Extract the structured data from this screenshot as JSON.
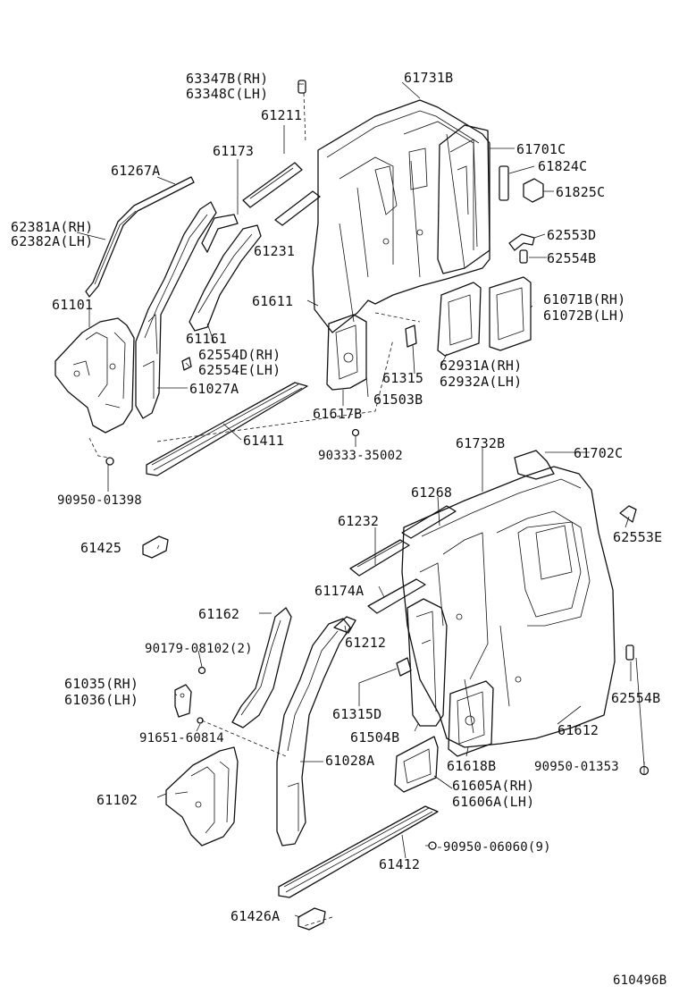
{
  "figure_code": "610496B",
  "labels": {
    "p63347B": "63347B(RH)",
    "p63348C": "63348C(LH)",
    "p61731B": "61731B",
    "p61211": "61211",
    "p61173": "61173",
    "p61701C": "61701C",
    "p61824C": "61824C",
    "p61825C": "61825C",
    "p61267A": "61267A",
    "p62381A": "62381A(RH)",
    "p62382A": "62382A(LH)",
    "p61231": "61231",
    "p62553D": "62553D",
    "p62554B_top": "62554B",
    "p61611": "61611",
    "p61101": "61101",
    "p61071B": "61071B(RH)",
    "p61072B": "61072B(LH)",
    "p61161": "61161",
    "p62554D": "62554D(RH)",
    "p62554E": "62554E(LH)",
    "p61315": "61315",
    "p62931A": "62931A(RH)",
    "p62932A": "62932A(LH)",
    "p61027A": "61027A",
    "p61503B": "61503B",
    "p61617B": "61617B",
    "p61411": "61411",
    "p61732B": "61732B",
    "p61702C": "61702C",
    "p90333": "90333-35002",
    "p90950_01398": "90950-01398",
    "p61268": "61268",
    "p61232": "61232",
    "p62553E": "62553E",
    "p61425": "61425",
    "p61174A": "61174A",
    "p61162": "61162",
    "p61212": "61212",
    "p90179": "90179-08102(2)",
    "p61035": "61035(RH)",
    "p61036": "61036(LH)",
    "p62554B_bot": "62554B",
    "p61315D": "61315D",
    "p91651": "91651-60814",
    "p61504B": "61504B",
    "p61612": "61612",
    "p61028A": "61028A",
    "p61618B": "61618B",
    "p90950_01353": "90950-01353",
    "p61605A": "61605A(RH)",
    "p61606A": "61606A(LH)",
    "p61102": "61102",
    "p90950_06060": "90950-06060(9)",
    "p61412": "61412",
    "p61426A": "61426A"
  }
}
